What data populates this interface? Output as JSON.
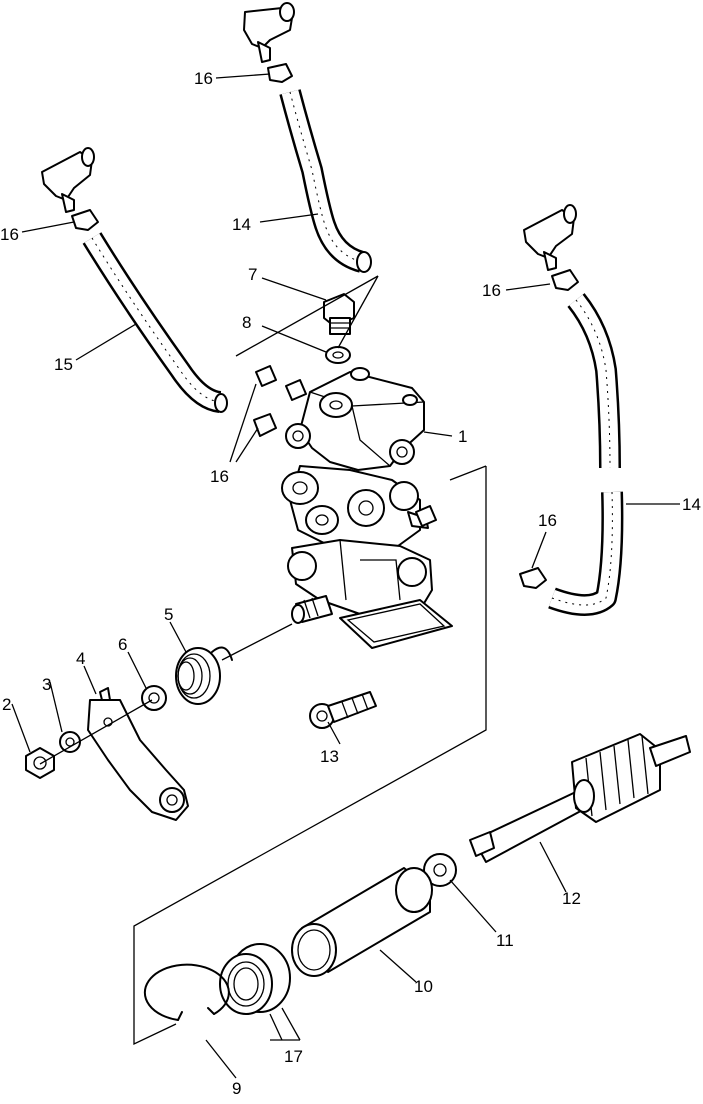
{
  "diagram": {
    "callouts": {
      "c1": "1",
      "c2": "2",
      "c3": "3",
      "c4": "4",
      "c5": "5",
      "c6": "6",
      "c7": "7",
      "c8": "8",
      "c9": "9",
      "c10": "10",
      "c11": "11",
      "c12": "12",
      "c13": "13",
      "c14a": "14",
      "c14b": "14",
      "c15": "15",
      "c16a": "16",
      "c16b": "16",
      "c16c": "16",
      "c16d": "16",
      "c16e": "16",
      "c17": "17"
    }
  }
}
